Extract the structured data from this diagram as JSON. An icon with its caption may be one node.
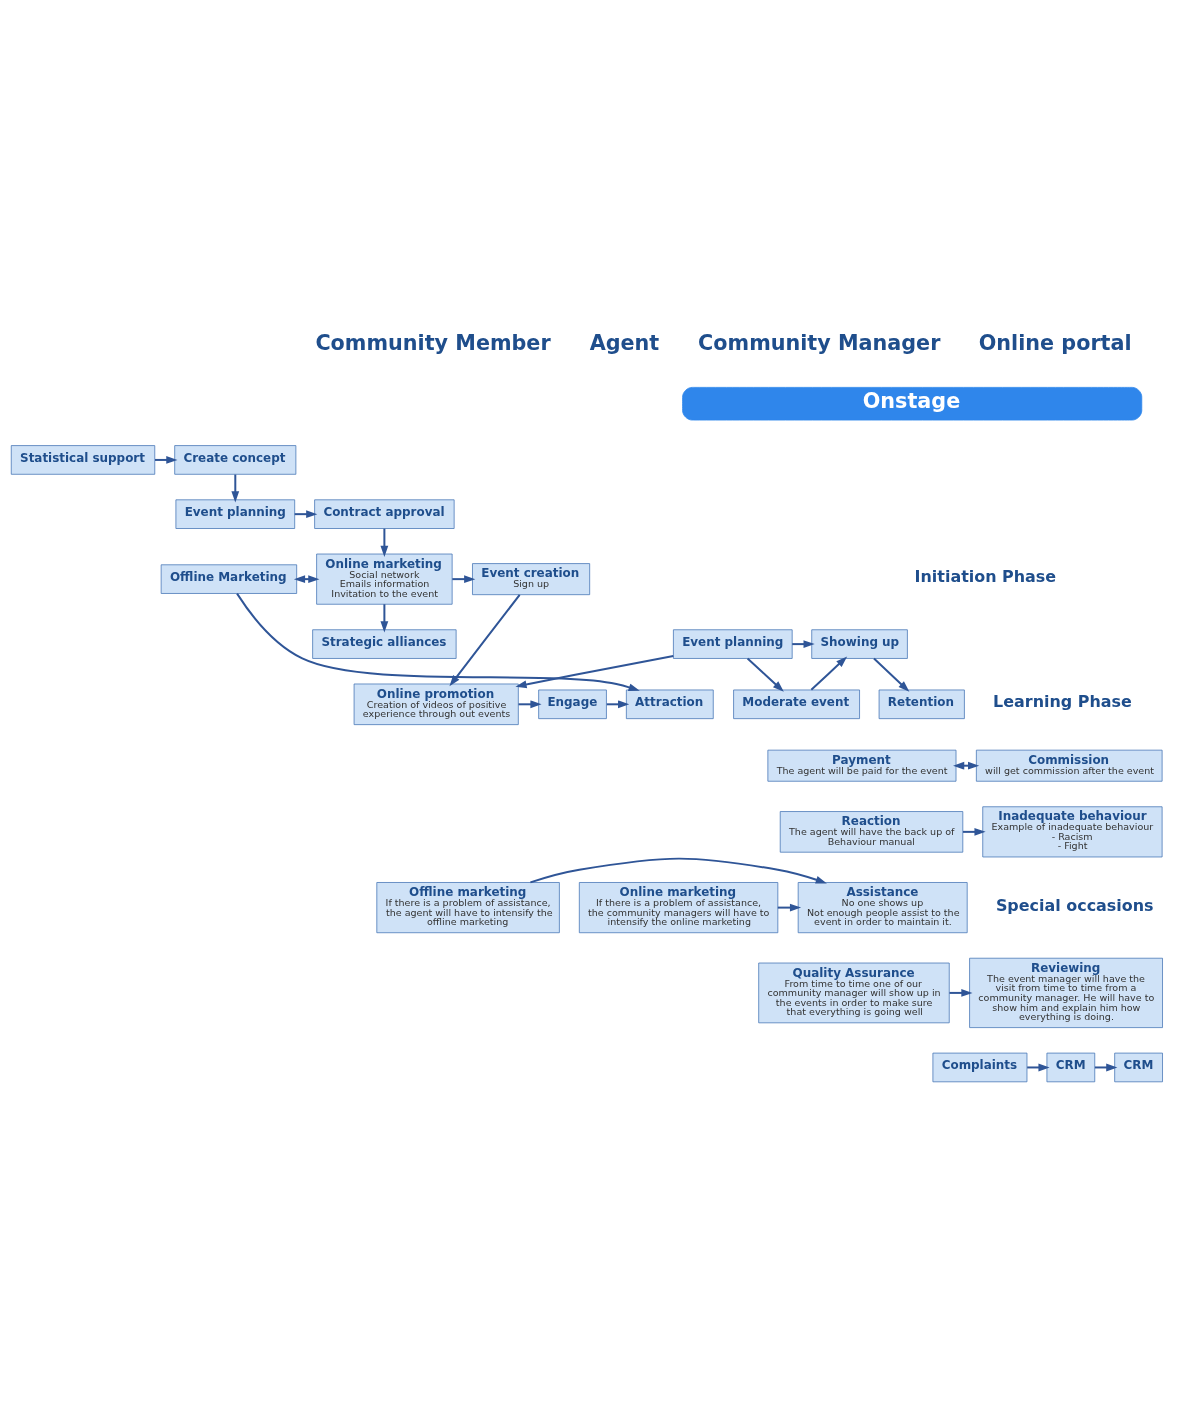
{
  "diagram": {
    "nodes": [
      {
        "text": [
          "Onstage"
        ]
      },
      {
        "text": [
          "Create concept"
        ]
      },
      {
        "text": [
          "Statistical support"
        ]
      },
      {
        "text": [
          "Event planning"
        ]
      },
      {
        "text": [
          "Contract approval"
        ]
      },
      {
        "text": [
          "Offline Marketing"
        ]
      },
      {
        "text": [
          "Online marketing",
          "Social network",
          "Emails information",
          "Invitation to the event"
        ]
      },
      {
        "text": [
          "Event creation",
          "Sign up"
        ]
      },
      {
        "text": [
          "Strategic alliances"
        ]
      },
      {
        "text": [
          "Attraction"
        ]
      },
      {
        "text": [
          "Engage"
        ]
      },
      {
        "text": [
          "Online promotion",
          "Creation of videos of positive experience through out events"
        ]
      },
      {
        "text": [
          "Showing up"
        ]
      },
      {
        "text": [
          "Event planning"
        ]
      },
      {
        "text": [
          "Retention"
        ]
      },
      {
        "text": [
          "Moderate event"
        ]
      },
      {
        "text": [
          "Payment",
          "The agent will be paid for the event"
        ]
      },
      {
        "text": [
          "Commission",
          "will get commission after the event"
        ]
      },
      {
        "text": [
          "Inadequate behaviour",
          "Example of inadequate behaviour",
          "- Racism",
          "- Fight"
        ]
      },
      {
        "text": [
          "Reaction",
          "The agent will have the back up of Behaviour manual"
        ]
      },
      {
        "text": [
          "Assistance",
          "No one shows up",
          "Not enough people assist to the event in order to maintain it."
        ]
      },
      {
        "text": [
          "Offline marketing",
          "If there is a problem of assistance, the agent will have to intensify the offline marketing"
        ]
      },
      {
        "text": [
          "Online marketing",
          "If there is a problem of assistance, the community managers will have to intensify the online marketing"
        ]
      },
      {
        "text": [
          "Reviewing",
          "The event manager will have the visit from time to time from a community manager. He will have to show him and explain him how everything is doing."
        ]
      },
      {
        "text": [
          "Quality Assurance",
          "From time to time one of our community manager will show up in the events in order to make sure that everything is going well"
        ]
      },
      {
        "text": [
          "Complaints"
        ]
      },
      {
        "text": [
          "CRM"
        ]
      },
      {
        "text": [
          "CRM"
        ]
      }
    ],
    "edges": [
      {
        "from": 1,
        "to": 3,
        "arrow": "to"
      },
      {
        "from": 2,
        "to": 1,
        "arrow": "to"
      },
      {
        "from": 3,
        "to": 4,
        "arrow": "to"
      },
      {
        "from": 4,
        "to": 6,
        "arrow": "to"
      },
      {
        "from": 5,
        "to": 6,
        "arrow": "both"
      },
      {
        "from": 6,
        "to": 7,
        "arrow": "to"
      },
      {
        "from": 6,
        "to": 8,
        "arrow": "to"
      },
      {
        "from": 7,
        "to": 11,
        "arrow": "to"
      },
      {
        "from": 5,
        "to": 9,
        "arrow": "to"
      },
      {
        "from": 10,
        "to": 9,
        "arrow": "to"
      },
      {
        "from": 11,
        "to": 10,
        "arrow": "to"
      },
      {
        "from": 13,
        "to": 11,
        "arrow": "to"
      },
      {
        "from": 13,
        "to": 12,
        "arrow": "to"
      },
      {
        "from": 12,
        "to": 14,
        "arrow": "to"
      },
      {
        "from": 13,
        "to": 15,
        "arrow": "to"
      },
      {
        "from": 15,
        "to": 12,
        "arrow": "to"
      },
      {
        "from": 16,
        "to": 17,
        "arrow": "both"
      },
      {
        "from": 19,
        "to": 18,
        "arrow": "to"
      },
      {
        "from": 21,
        "to": 20,
        "arrow": "to"
      },
      {
        "from": 22,
        "to": 20,
        "arrow": "to"
      },
      {
        "from": 24,
        "to": 23,
        "arrow": "to"
      },
      {
        "from": 25,
        "to": 26,
        "arrow": "to"
      },
      {
        "from": 26,
        "to": 27,
        "arrow": "to"
      }
    ],
    "labels": [
      "Community Member",
      "Agent",
      "Community Manager",
      "Online portal",
      "Initiation Phase",
      "Learning Phase",
      "Special occasions"
    ]
  }
}
